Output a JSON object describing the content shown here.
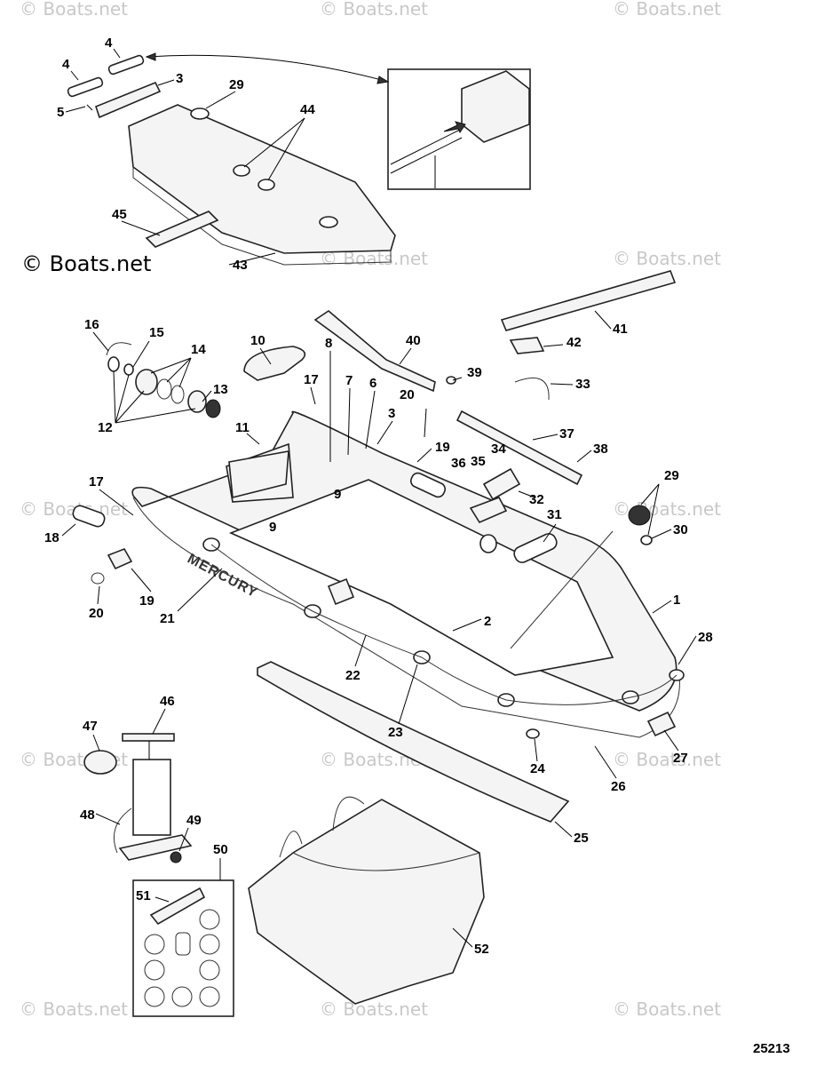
{
  "watermark": "© Boats.net",
  "reference_number": "25213",
  "brand_on_boat": "MERCURY",
  "callouts": [
    {
      "id": "c4a",
      "text": "4"
    },
    {
      "id": "c4b",
      "text": "4"
    },
    {
      "id": "c5",
      "text": "5"
    },
    {
      "id": "c3a",
      "text": "3"
    },
    {
      "id": "c29a",
      "text": "29"
    },
    {
      "id": "c44",
      "text": "44"
    },
    {
      "id": "c45",
      "text": "45"
    },
    {
      "id": "c43",
      "text": "43"
    },
    {
      "id": "c16",
      "text": "16"
    },
    {
      "id": "c15",
      "text": "15"
    },
    {
      "id": "c14",
      "text": "14"
    },
    {
      "id": "c13",
      "text": "13"
    },
    {
      "id": "c12",
      "text": "12"
    },
    {
      "id": "c10",
      "text": "10"
    },
    {
      "id": "c8",
      "text": "8"
    },
    {
      "id": "c7",
      "text": "7"
    },
    {
      "id": "c6",
      "text": "6"
    },
    {
      "id": "c17a",
      "text": "17"
    },
    {
      "id": "c3b",
      "text": "3"
    },
    {
      "id": "c40",
      "text": "40"
    },
    {
      "id": "c20a",
      "text": "20"
    },
    {
      "id": "c19a",
      "text": "19"
    },
    {
      "id": "c39",
      "text": "39"
    },
    {
      "id": "c41",
      "text": "41"
    },
    {
      "id": "c42",
      "text": "42"
    },
    {
      "id": "c33",
      "text": "33"
    },
    {
      "id": "c37",
      "text": "37"
    },
    {
      "id": "c38",
      "text": "38"
    },
    {
      "id": "c11",
      "text": "11"
    },
    {
      "id": "c9a",
      "text": "9"
    },
    {
      "id": "c9b",
      "text": "9"
    },
    {
      "id": "c36",
      "text": "36"
    },
    {
      "id": "c35",
      "text": "35"
    },
    {
      "id": "c34",
      "text": "34"
    },
    {
      "id": "c32",
      "text": "32"
    },
    {
      "id": "c29b",
      "text": "29"
    },
    {
      "id": "c17b",
      "text": "17"
    },
    {
      "id": "c18",
      "text": "18"
    },
    {
      "id": "c31",
      "text": "31"
    },
    {
      "id": "c30",
      "text": "30"
    },
    {
      "id": "c1",
      "text": "1"
    },
    {
      "id": "c20b",
      "text": "20"
    },
    {
      "id": "c19b",
      "text": "19"
    },
    {
      "id": "c21",
      "text": "21"
    },
    {
      "id": "c2",
      "text": "2"
    },
    {
      "id": "c28",
      "text": "28"
    },
    {
      "id": "c22",
      "text": "22"
    },
    {
      "id": "c23",
      "text": "23"
    },
    {
      "id": "c46",
      "text": "46"
    },
    {
      "id": "c47",
      "text": "47"
    },
    {
      "id": "c24",
      "text": "24"
    },
    {
      "id": "c27",
      "text": "27"
    },
    {
      "id": "c26",
      "text": "26"
    },
    {
      "id": "c48",
      "text": "48"
    },
    {
      "id": "c49",
      "text": "49"
    },
    {
      "id": "c50",
      "text": "50"
    },
    {
      "id": "c25",
      "text": "25"
    },
    {
      "id": "c51",
      "text": "51"
    },
    {
      "id": "c52",
      "text": "52"
    }
  ]
}
